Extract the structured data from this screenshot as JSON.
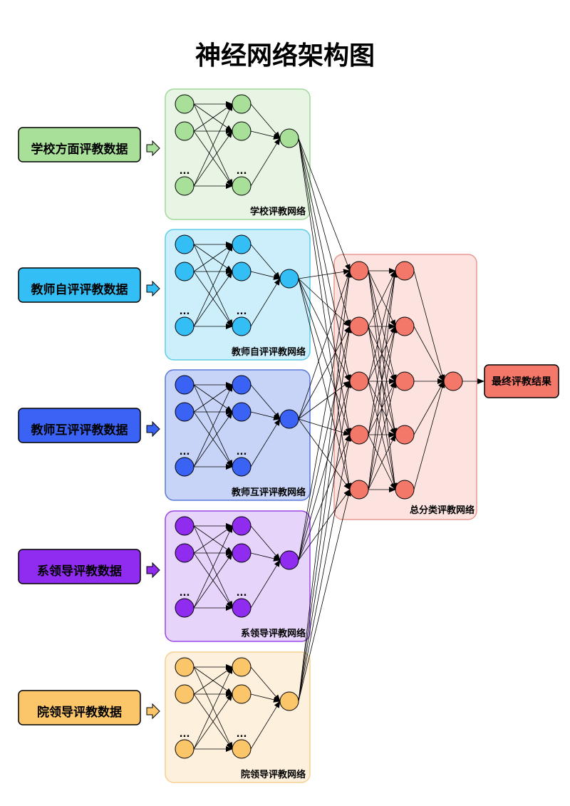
{
  "title": "神经网络架构图",
  "subnets": [
    {
      "input": "学校方面评教数据",
      "network": "学校评教网络",
      "fill": "#a8e09a",
      "panel": "#e8f4e4",
      "border": "#9fd89a",
      "box": "#a8e09a"
    },
    {
      "input": "教师自评评教数据",
      "network": "教师自评评教网络",
      "fill": "#33bff5",
      "panel": "#cdeffb",
      "border": "#5fcde6",
      "box": "#33bff5"
    },
    {
      "input": "教师互评评教数据",
      "network": "教师互评评教网络",
      "fill": "#3a62f5",
      "panel": "#c7d4f7",
      "border": "#5a78d8",
      "box": "#3a62f5"
    },
    {
      "input": "系领导评教数据",
      "network": "系领导评教网络",
      "fill": "#8f2cf0",
      "panel": "#e6d4fb",
      "border": "#9a45e6",
      "box": "#8f2cf0"
    },
    {
      "input": "院领导评教数据",
      "network": "院领导评教网络",
      "fill": "#fbc66a",
      "panel": "#fdf0dc",
      "border": "#f4cf92",
      "box": "#fbc66a"
    }
  ],
  "ellipsis": "...",
  "classifier": {
    "label": "总分类评教网络",
    "fill": "#f4786a",
    "panel": "#fde3e0",
    "border": "#e89a92"
  },
  "output": {
    "label": "最终评教结果",
    "fill": "#f4786a"
  }
}
